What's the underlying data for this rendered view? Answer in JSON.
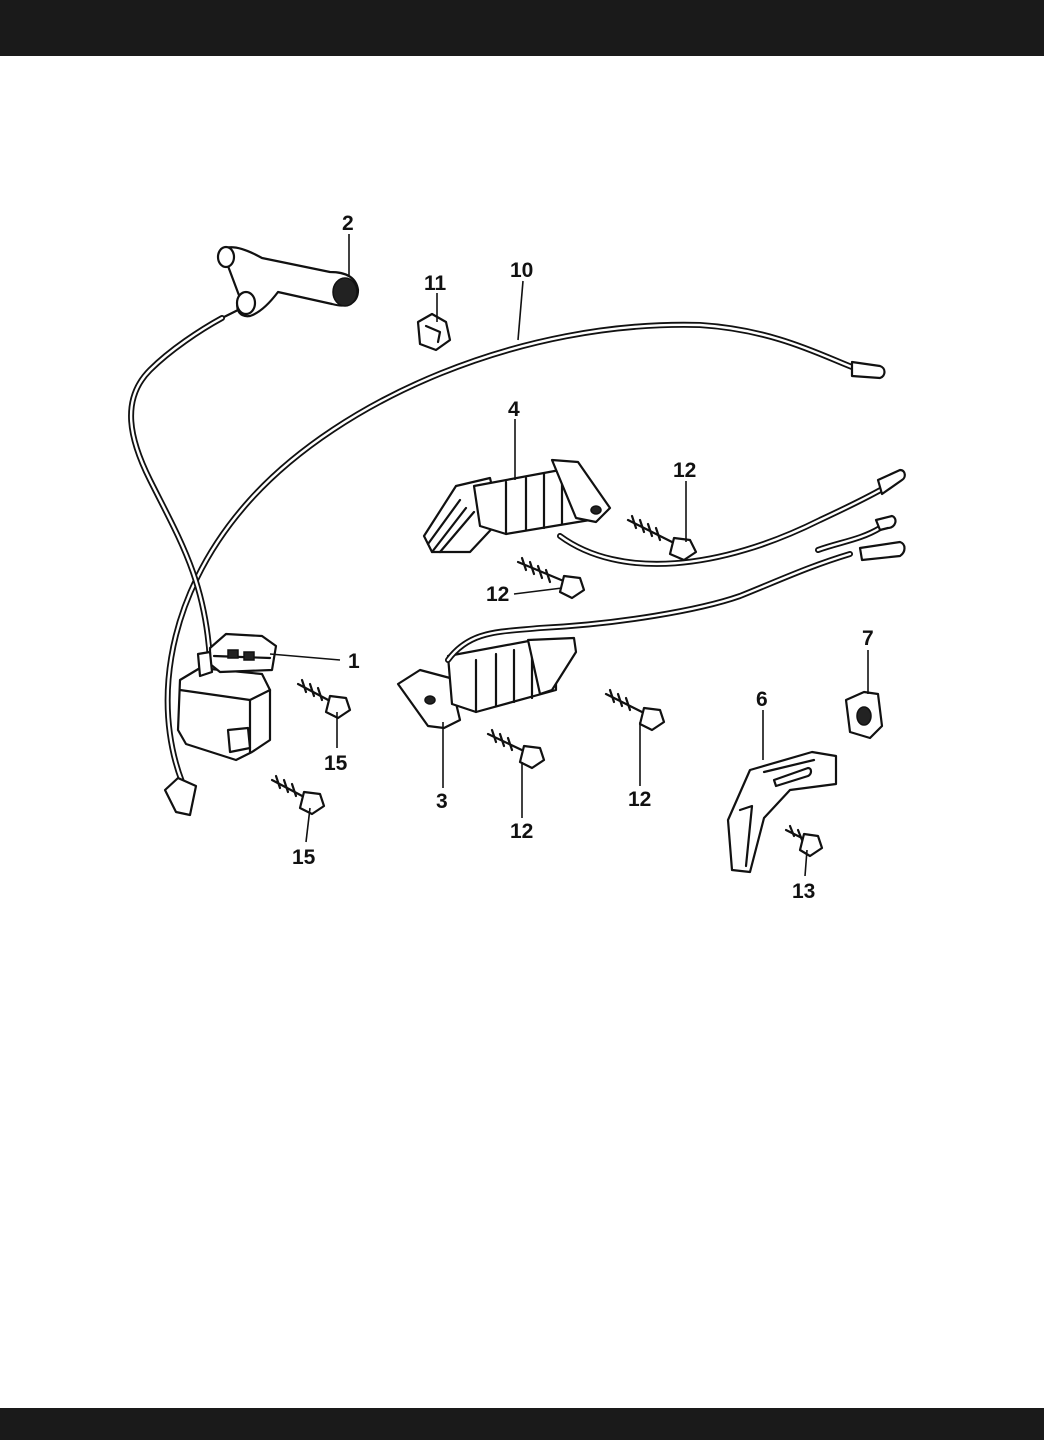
{
  "diagram": {
    "callouts": [
      {
        "id": "c1",
        "label": "1"
      },
      {
        "id": "c2",
        "label": "2"
      },
      {
        "id": "c3",
        "label": "3"
      },
      {
        "id": "c4",
        "label": "4"
      },
      {
        "id": "c6",
        "label": "6"
      },
      {
        "id": "c7",
        "label": "7"
      },
      {
        "id": "c10",
        "label": "10"
      },
      {
        "id": "c11",
        "label": "11"
      },
      {
        "id": "c12a",
        "label": "12"
      },
      {
        "id": "c12b",
        "label": "12"
      },
      {
        "id": "c12c",
        "label": "12"
      },
      {
        "id": "c12d",
        "label": "12"
      },
      {
        "id": "c13",
        "label": "13"
      },
      {
        "id": "c15a",
        "label": "15"
      },
      {
        "id": "c15b",
        "label": "15"
      }
    ]
  }
}
